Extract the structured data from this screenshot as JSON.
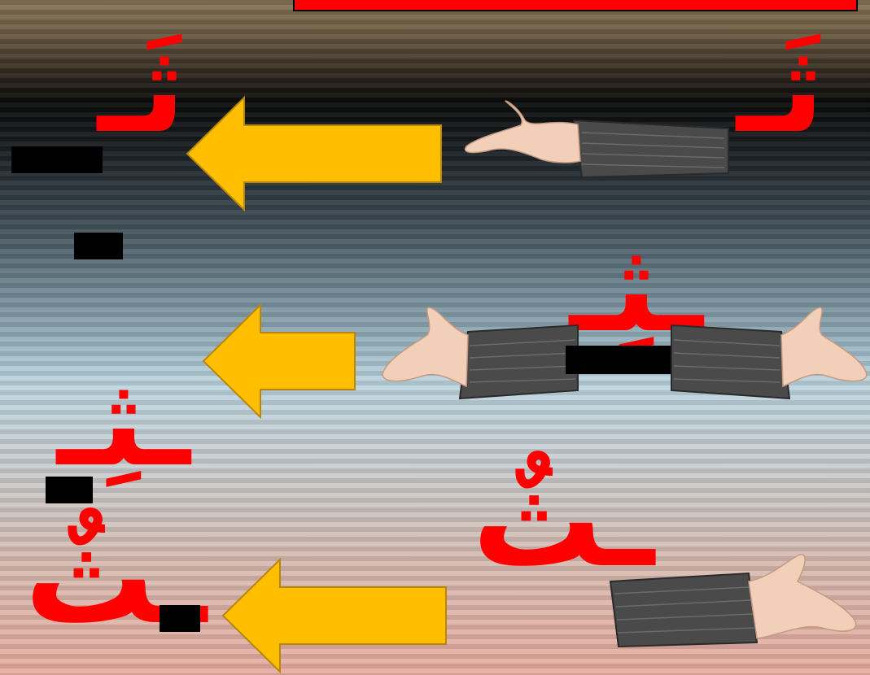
{
  "colors": {
    "letter": "#ff0000",
    "arrow_fill": "#ffbf00",
    "arrow_stroke": "#b8860b",
    "connector": "#000000",
    "sleeve": "#4a4a4a",
    "skin": "#f2cfb8"
  },
  "rows": [
    {
      "isolated_letter": "ثَـ",
      "result_letter": "ثَـ",
      "arrow_icon": "left-arrow-icon",
      "hands": "hand-reaching-left-icon"
    },
    {
      "isolated_letter": "ـثِـ",
      "result_letter": "ـثِـ",
      "arrow_icon": "left-arrow-icon",
      "hands": "hands-reaching-both-sides-icon"
    },
    {
      "isolated_letter": "ـثٌ",
      "result_letter": "ـثٌ",
      "arrow_icon": "left-arrow-icon",
      "hands": "hand-reaching-right-icon"
    }
  ]
}
